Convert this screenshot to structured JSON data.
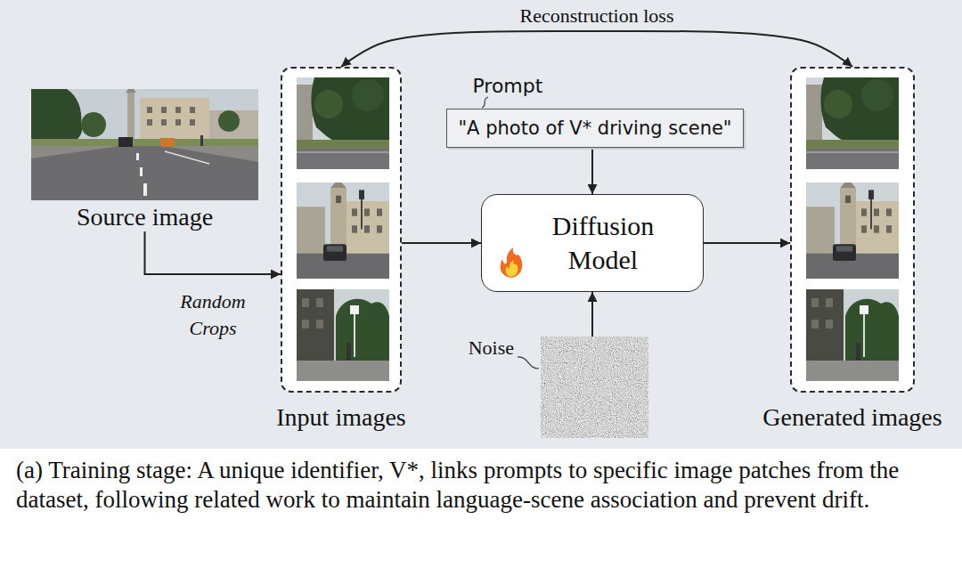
{
  "diagram": {
    "caption": "(a) Training stage: A unique identifier, V*, links prompts to specific image patches from the dataset, following related work to maintain language-scene association and prevent drift.",
    "nodes": [
      {
        "text": [
          "Source image"
        ]
      },
      {
        "text": [
          "Input images"
        ]
      },
      {
        "text": [
          "Prompt",
          "\"A photo of V* driving scene\""
        ]
      },
      {
        "text": [
          "Diffusion Model"
        ]
      },
      {
        "text": [
          "Noise"
        ]
      },
      {
        "text": [
          "Generated images"
        ]
      }
    ],
    "edges": [
      {
        "from": 0,
        "to": 1,
        "arrow": "to",
        "label": "Random Crops"
      },
      {
        "from": 1,
        "to": 3,
        "arrow": "to"
      },
      {
        "from": 2,
        "to": 3,
        "arrow": "to"
      },
      {
        "from": 4,
        "to": 3,
        "arrow": "to"
      },
      {
        "from": 3,
        "to": 5,
        "arrow": "to"
      },
      {
        "from": 1,
        "to": 5,
        "arrow": "both",
        "label": "Reconstruction loss"
      }
    ]
  }
}
